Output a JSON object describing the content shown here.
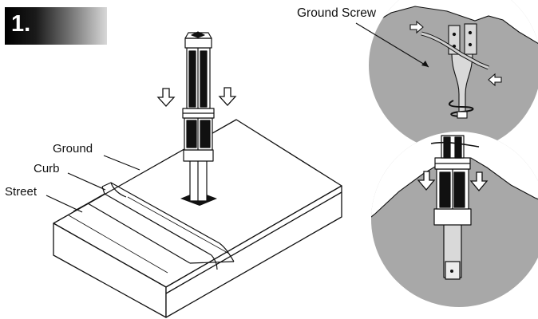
{
  "step": {
    "number": "1."
  },
  "labels": {
    "ground": "Ground",
    "curb": "Curb",
    "street": "Street",
    "ground_screw": "Ground Screw"
  },
  "colors": {
    "soil": "#a8a8a8",
    "line": "#111111",
    "badge_start": "#000000",
    "badge_end": "#d8d8d8"
  },
  "icons": [
    "down-arrow-icon",
    "right-arrow-icon",
    "left-arrow-icon"
  ]
}
